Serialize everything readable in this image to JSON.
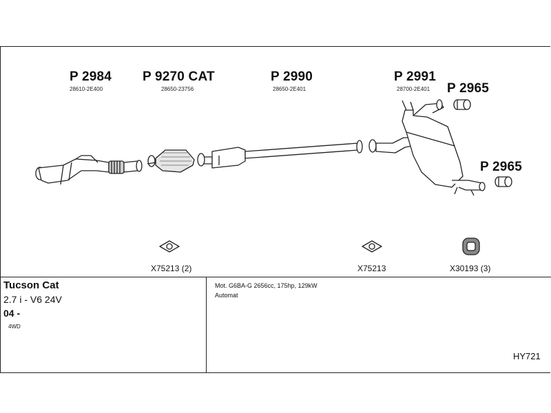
{
  "parts": [
    {
      "code": "P 2984",
      "oem": "28610-2E400"
    },
    {
      "code": "P 9270 CAT",
      "oem": "28650-23756"
    },
    {
      "code": "P 2990",
      "oem": "28650-2E401"
    },
    {
      "code": "P 2991",
      "oem": "28700-2E401"
    },
    {
      "code": "P 2965",
      "oem": ""
    },
    {
      "code": "P 2965",
      "oem": ""
    }
  ],
  "accessories": [
    {
      "code": "X75213 (2)",
      "icon": "gasket-icon"
    },
    {
      "code": "X75213",
      "icon": "gasket-icon"
    },
    {
      "code": "X30193 (3)",
      "icon": "rubber-hanger-icon"
    }
  ],
  "vehicle": {
    "model": "Tucson Cat",
    "engine": "2.7 i - V6 24V",
    "years": "04 -",
    "drive": "4WD"
  },
  "specs": {
    "engine_line": "Mot. G6BA-G 2656cc, 175hp, 129kW",
    "transmission": "Automat"
  },
  "diagram_id": "HY721",
  "colors": {
    "line": "#222222",
    "fill": "#ffffff",
    "shade": "#cfcfcf"
  }
}
